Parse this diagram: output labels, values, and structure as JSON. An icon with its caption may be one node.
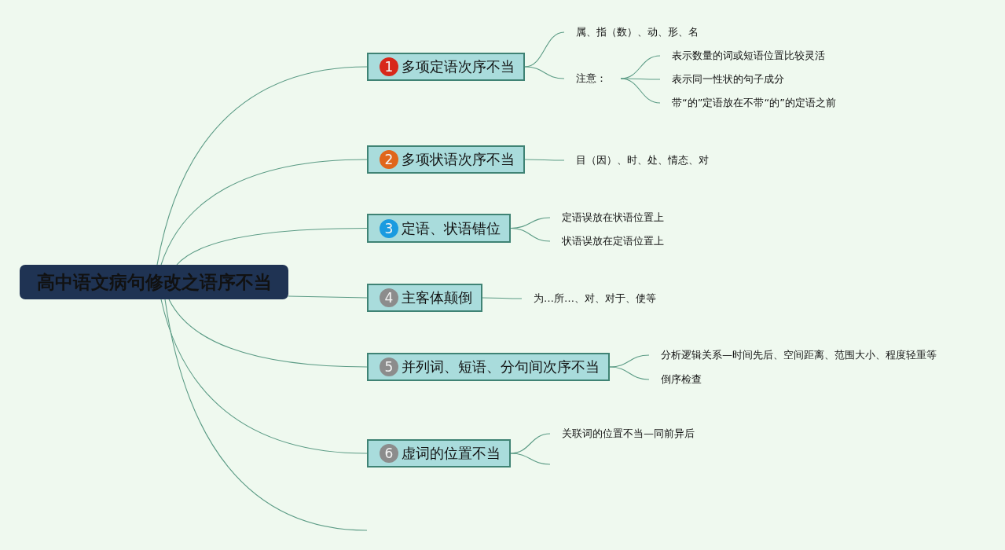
{
  "diagram": {
    "nodes": [
      {
        "text": [
          "高中语文病句修改之语序不当"
        ]
      },
      {
        "text": [
          "1",
          "多项定语次序不当"
        ]
      },
      {
        "text": [
          "属、指（数）、动、形、名"
        ]
      },
      {
        "text": [
          "注意："
        ]
      },
      {
        "text": [
          "表示数量的词或短语位置比较灵活"
        ]
      },
      {
        "text": [
          "表示同一性状的句子成分"
        ]
      },
      {
        "text": [
          "带“的”定语放在不带“的”的定语之前"
        ]
      },
      {
        "text": [
          "2",
          "多项状语次序不当"
        ]
      },
      {
        "text": [
          "目（因）、时、处、情态、对"
        ]
      },
      {
        "text": [
          "3",
          "定语、状语错位"
        ]
      },
      {
        "text": [
          "定语误放在状语位置上"
        ]
      },
      {
        "text": [
          "状语误放在定语位置上"
        ]
      },
      {
        "text": [
          "4",
          "主客体颠倒"
        ]
      },
      {
        "text": [
          "为…所…、对、对于、使等"
        ]
      },
      {
        "text": [
          "5",
          "并列词、短语、分句间次序不当"
        ]
      },
      {
        "text": [
          "分析逻辑关系—时间先后、空间距离、范围大小、程度轻重等"
        ]
      },
      {
        "text": [
          "倒序检查"
        ]
      },
      {
        "text": [
          "6",
          "虚词的位置不当"
        ]
      },
      {
        "text": [
          "关联词的位置不当—同前异后"
        ]
      }
    ],
    "edges": [
      {
        "from": 0,
        "to": 1,
        "arrow": "none"
      },
      {
        "from": 0,
        "to": 7,
        "arrow": "none"
      },
      {
        "from": 0,
        "to": 9,
        "arrow": "none"
      },
      {
        "from": 0,
        "to": 12,
        "arrow": "none"
      },
      {
        "from": 0,
        "to": 14,
        "arrow": "none"
      },
      {
        "from": 0,
        "to": 17,
        "arrow": "none"
      },
      {
        "from": 0,
        "to": null,
        "arrow": "none"
      },
      {
        "from": 1,
        "to": 2,
        "arrow": "none"
      },
      {
        "from": 1,
        "to": 3,
        "arrow": "none"
      },
      {
        "from": 3,
        "to": 4,
        "arrow": "none"
      },
      {
        "from": 3,
        "to": 5,
        "arrow": "none"
      },
      {
        "from": 3,
        "to": 6,
        "arrow": "none"
      },
      {
        "from": 7,
        "to": 8,
        "arrow": "none"
      },
      {
        "from": 9,
        "to": 10,
        "arrow": "none"
      },
      {
        "from": 9,
        "to": 11,
        "arrow": "none"
      },
      {
        "from": 12,
        "to": 13,
        "arrow": "none"
      },
      {
        "from": 14,
        "to": 15,
        "arrow": "none"
      },
      {
        "from": 14,
        "to": 16,
        "arrow": "none"
      },
      {
        "from": 17,
        "to": 18,
        "arrow": "none"
      },
      {
        "from": 17,
        "to": null,
        "arrow": "none"
      }
    ]
  }
}
